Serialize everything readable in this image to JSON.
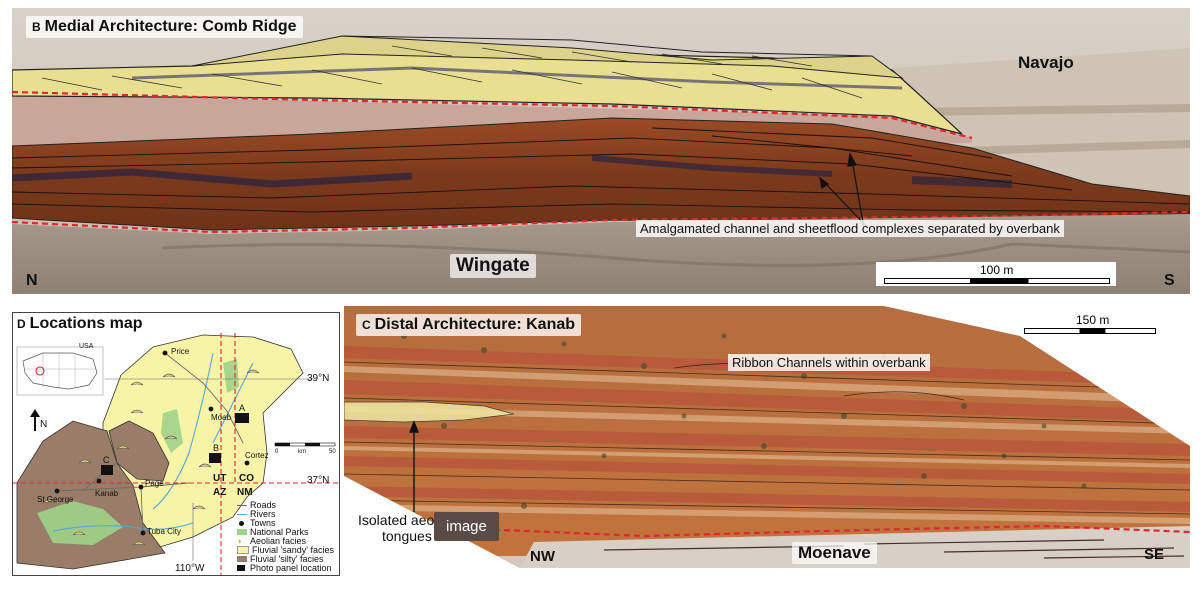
{
  "panel_b": {
    "letter": "B",
    "title": "Medial Architecture: Comb Ridge",
    "upper_unit": "Navajo",
    "lower_unit": "Wingate",
    "annotation": "Amalgamated channel and sheetflood complexes separated by overbank",
    "orientation_left": "N",
    "orientation_right": "S",
    "scale_label": "100 m"
  },
  "panel_c": {
    "letter": "C",
    "title": "Distal Architecture: Kanab",
    "ribbon_note": "Ribbon Channels within overbank",
    "aeolian_note_line1": "Isolated aeo",
    "aeolian_note_line2": "tongues",
    "lower_unit": "Moenave",
    "orientation_left": "NW",
    "orientation_right": "SE",
    "scale_label": "150 m"
  },
  "panel_d": {
    "letter": "D",
    "title": "Locations map",
    "inset_label": "USA",
    "north_label": "N",
    "lat_label": "39°N",
    "lat_label_2": "37°N",
    "lon_label": "110°W",
    "towns": [
      "Price",
      "Moab",
      "Cortez",
      "St George",
      "Kanab",
      "Page",
      "Tuba City"
    ],
    "states": [
      "UT",
      "CO",
      "AZ",
      "NM"
    ],
    "photo_panels": [
      "A",
      "B",
      "C"
    ],
    "scale": {
      "start": "0",
      "unit": "km",
      "end": "50"
    },
    "legend": [
      "Roads",
      "Rivers",
      "Towns",
      "National Parks",
      "Aeolian facies",
      "Fluvial 'sandy' facies",
      "Fluvial 'silty' facies",
      "Photo panel location"
    ],
    "colors": {
      "sandy": "#f7f4a8",
      "silty": "#9a7d68",
      "parks": "#9fd38a",
      "rivers": "#5aa6d6",
      "boundary": "#d8262d"
    }
  },
  "tooltip": "image"
}
